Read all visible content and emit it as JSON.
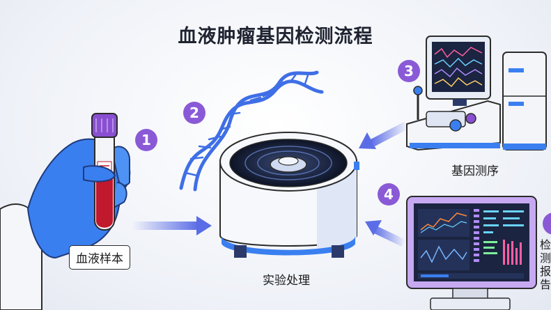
{
  "title": "血液肿瘤基因检测流程",
  "steps": [
    {
      "number": "1",
      "label": "血液样本"
    },
    {
      "number": "2",
      "label": "实验处理"
    },
    {
      "number": "3",
      "label": "基因测序"
    },
    {
      "number": "4",
      "label": "检测报告"
    }
  ],
  "colors": {
    "badge": "#8a5ad6",
    "arrow": "#5b6de6",
    "glove": "#3a7ff0",
    "blood": "#c0182c",
    "dna": "#3f6fe6",
    "screen": "#1b2440"
  }
}
